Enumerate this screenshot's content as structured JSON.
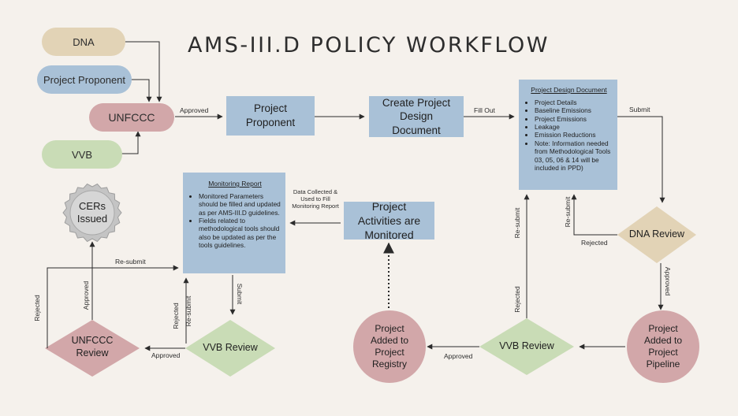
{
  "title": "AMS-III.D POLICY WORKFLOW",
  "colors": {
    "background": "#f5f1ec",
    "blue": "#a9c1d7",
    "tan": "#e2d3b6",
    "rose": "#d2a7a9",
    "green": "#c9dcb6",
    "seal": "#bdbdbd"
  },
  "nodes": {
    "dna": "DNA",
    "project_proponent_pill": "Project Proponent",
    "unfccc": "UNFCCC",
    "vvb": "VVB",
    "project_proponent": "Project Proponent",
    "create_pdd": "Create Project Design Document",
    "project_activities": "Project Activities are Monitored",
    "dna_review": "DNA Review",
    "project_pipeline": "Project Added to Project Pipeline",
    "vvb_review_right": "VVB Review",
    "project_registry": "Project Added to Project Registry",
    "vvb_review_left": "VVB Review",
    "unfccc_review": "UNFCCC Review",
    "cers_issued": "CERs Issued"
  },
  "pdd": {
    "title": "Project Design Document",
    "items": [
      "Project Details",
      "Baseline Emissions",
      "Project Emissions",
      "Leakage",
      "Emission Reductions",
      "Note: Information needed from Methodological Tools 03, 05, 06 & 14 will be included in PPD)"
    ]
  },
  "monitoring": {
    "title": "Monitoring Report",
    "items": [
      "Monitored Parameters should be filled and updated as per AMS-III.D guidelines.",
      "Fields related to methodological tools should also be updated as per the tools guidelines."
    ]
  },
  "edge_labels": {
    "approved_unfccc": "Approved",
    "fill_out": "Fill Out",
    "submit_pdd": "Submit",
    "data_collected": "Data Collected & Used to Fill Monitoring Report",
    "resubmit_pdd_dna": "Re-submit",
    "rejected_dna": "Rejected",
    "approved_dna": "Approved",
    "resubmit_vvb_right": "Re-submit",
    "rejected_vvb_right": "Rejected",
    "approved_registry": "Approved",
    "submit_monitoring": "Submit",
    "rejected_vvb_left": "Rejected",
    "resubmit_vvb_left": "Re-submit",
    "approved_vvb_left": "Approved",
    "resubmit_unfccc": "Re-submit",
    "rejected_unfccc": "Rejected",
    "approved_unfccc_review": "Approved"
  }
}
